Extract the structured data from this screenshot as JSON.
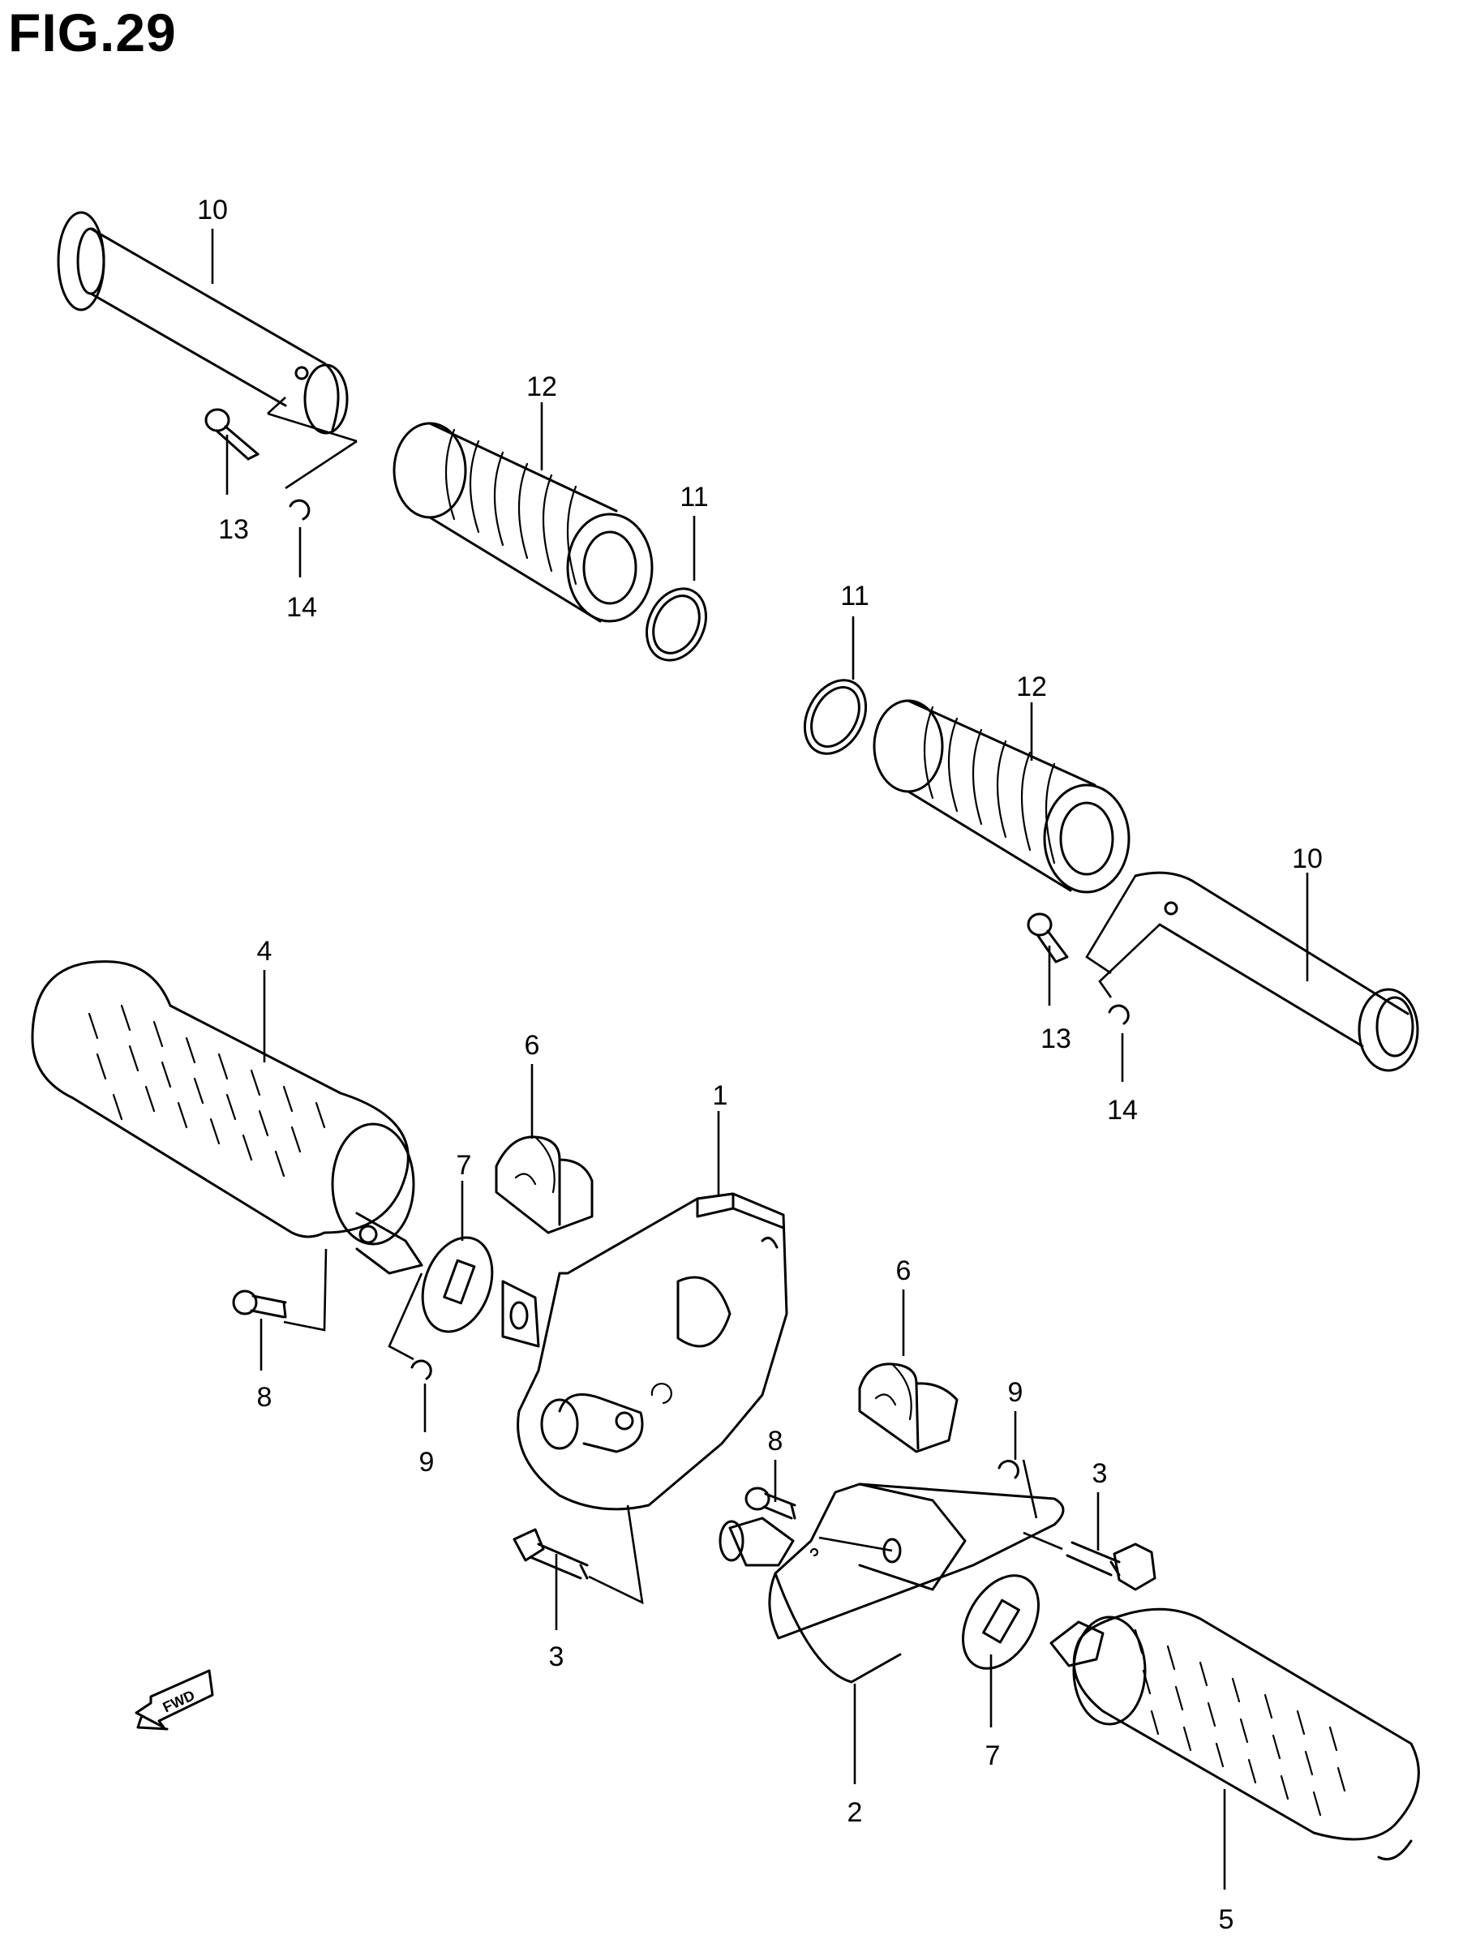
{
  "figure": {
    "title": "FIG.29"
  },
  "fwd_label": "FWD",
  "labels": [
    {
      "id": "l10a",
      "text": "10"
    },
    {
      "id": "l12a",
      "text": "12"
    },
    {
      "id": "l11a",
      "text": "11"
    },
    {
      "id": "l13a",
      "text": "13"
    },
    {
      "id": "l14a",
      "text": "14"
    },
    {
      "id": "l11b",
      "text": "11"
    },
    {
      "id": "l12b",
      "text": "12"
    },
    {
      "id": "l10b",
      "text": "10"
    },
    {
      "id": "l13b",
      "text": "13"
    },
    {
      "id": "l14b",
      "text": "14"
    },
    {
      "id": "l4",
      "text": "4"
    },
    {
      "id": "l6a",
      "text": "6"
    },
    {
      "id": "l1",
      "text": "1"
    },
    {
      "id": "l7a",
      "text": "7"
    },
    {
      "id": "l8a",
      "text": "8"
    },
    {
      "id": "l9a",
      "text": "9"
    },
    {
      "id": "l3a",
      "text": "3"
    },
    {
      "id": "l6b",
      "text": "6"
    },
    {
      "id": "l9b",
      "text": "9"
    },
    {
      "id": "l8b",
      "text": "8"
    },
    {
      "id": "l3b",
      "text": "3"
    },
    {
      "id": "l7b",
      "text": "7"
    },
    {
      "id": "l2",
      "text": "2"
    },
    {
      "id": "l5",
      "text": "5"
    }
  ]
}
